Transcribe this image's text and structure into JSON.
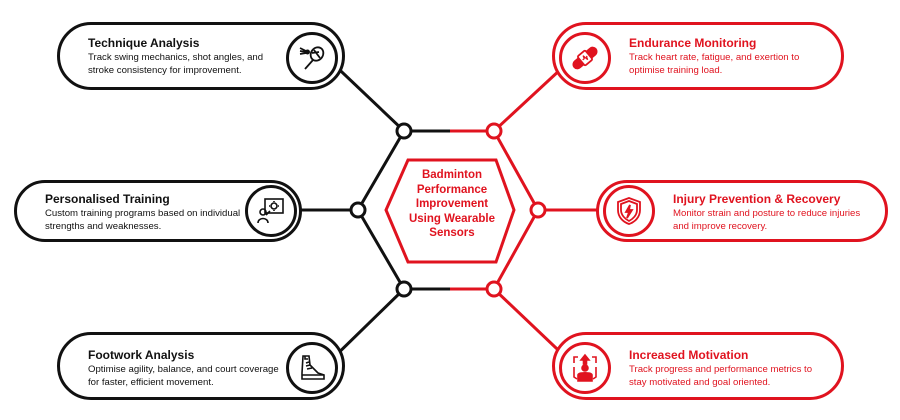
{
  "center": {
    "title": "Badminton Performance Improvement Using Wearable Sensors"
  },
  "colors": {
    "black": "#111111",
    "red": "#e0131f"
  },
  "nodes": {
    "technique": {
      "title": "Technique Analysis",
      "desc": "Track swing mechanics, shot angles, and stroke consistency for improvement.",
      "icon": "racket-shuttlecock-icon"
    },
    "personalised": {
      "title": "Personalised Training",
      "desc": "Custom training programs based on individual strengths and weaknesses.",
      "icon": "trainer-gear-icon"
    },
    "footwork": {
      "title": "Footwork Analysis",
      "desc": "Optimise agility, balance, and court coverage for faster, efficient movement.",
      "icon": "sneaker-icon"
    },
    "endurance": {
      "title": "Endurance Monitoring",
      "desc": "Track heart rate, fatigue, and exertion to optimise training load.",
      "icon": "wristband-icon"
    },
    "injury": {
      "title": "Injury Prevention & Recovery",
      "desc": "Monitor strain and posture to reduce injuries and improve recovery.",
      "icon": "shield-bolt-icon"
    },
    "motivation": {
      "title": "Increased Motivation",
      "desc": "Track progress and performance metrics to stay motivated and goal oriented.",
      "icon": "progress-person-icon"
    }
  }
}
